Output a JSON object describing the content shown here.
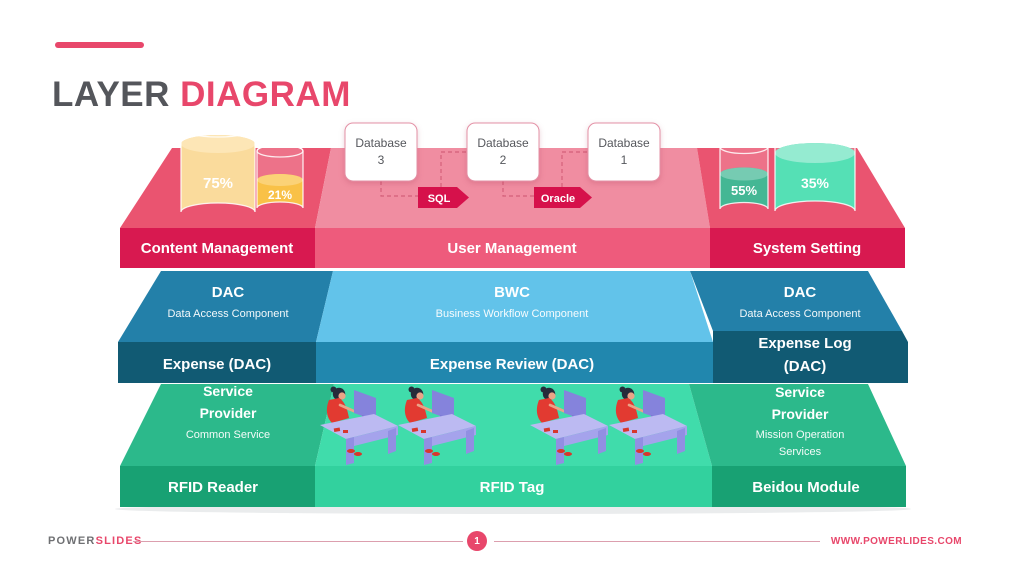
{
  "slide": {
    "title": {
      "word1": "LAYER",
      "word2": "DIAGRAM"
    },
    "footer": {
      "brand_part1": "POWER",
      "brand_part2": "SLIDES",
      "page_number": "1",
      "website": "WWW.POWERLIDES.COM"
    }
  },
  "colors": {
    "accent_pink": "#e8476b",
    "title_gray": "#54565b",
    "pink_face_side": "#ea5470",
    "pink_face_center": "#f08da1",
    "pink_band_side": "#d81950",
    "pink_band_center": "#ee5b7c",
    "blue_face_side": "#2380a9",
    "blue_face_center": "#62c3ea",
    "blue_band_side": "#115a73",
    "blue_band_center": "#2187ae",
    "green_face_side": "#2cb98b",
    "green_face_center": "#40dcab",
    "green_band_side": "#18a173",
    "green_band_center": "#32d19e",
    "connector_crimson": "#d6114b",
    "footer_line": "#dc9fae"
  },
  "diagram": {
    "top_layer": {
      "bands": [
        "Content Management",
        "User Management",
        "System Setting"
      ],
      "databases": [
        {
          "line1": "Database",
          "line2": "3"
        },
        {
          "line1": "Database",
          "line2": "2"
        },
        {
          "line1": "Database",
          "line2": "1"
        }
      ],
      "connectors": [
        "SQL",
        "Oracle"
      ],
      "cylinders": [
        {
          "value": "75%",
          "fill": "#f9d387",
          "surface": "#fde1a6"
        },
        {
          "value": "21%",
          "fill": "#f8b41f",
          "surface": "#fbc95a"
        },
        {
          "value": "55%",
          "fill": "#1ca87d",
          "surface": "#58c0a1"
        },
        {
          "value": "35%",
          "fill": "#30d9a5",
          "surface": "#7ee7c7"
        }
      ]
    },
    "middle_layer": {
      "faces": [
        {
          "title": "DAC",
          "subtitle": "Data Access Component"
        },
        {
          "title": "BWC",
          "subtitle": "Business Workflow Component"
        },
        {
          "title": "DAC",
          "subtitle": "Data Access Component"
        }
      ],
      "bands": [
        {
          "line1": "Expense (DAC)",
          "line2": ""
        },
        {
          "line1": "Expense Review (DAC)",
          "line2": ""
        },
        {
          "line1": "Expense Log",
          "line2": "(DAC)"
        }
      ]
    },
    "bottom_layer": {
      "faces": [
        {
          "line1": "Service",
          "line2": "Provider",
          "sub1": "Common Service",
          "sub2": ""
        },
        {
          "line1": "Service",
          "line2": "Provider",
          "sub1": "Mission Operation",
          "sub2": "Services"
        }
      ],
      "bands": [
        "RFID Reader",
        "RFID Tag",
        "Beidou Module"
      ]
    }
  }
}
